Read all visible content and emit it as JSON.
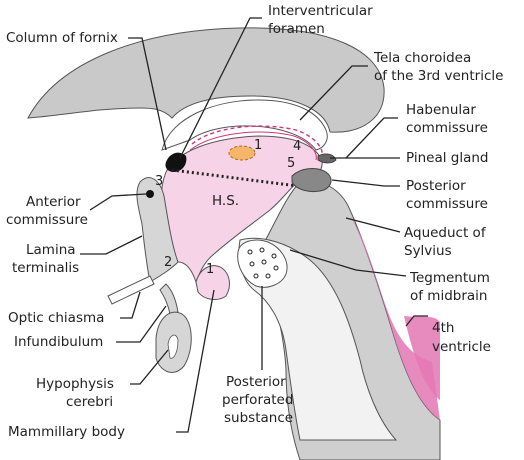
{
  "labels": {
    "column_of_fornix": "Column of fornix",
    "interventricular_foramen_1": "Interventricular",
    "interventricular_foramen_2": "foramen",
    "tela_choroidea_1": "Tela choroidea",
    "tela_choroidea_2": "of the 3rd ventricle",
    "habenular_commissure_1": "Habenular",
    "habenular_commissure_2": "commissure",
    "pineal_gland": "Pineal gland",
    "posterior_commissure_1": "Posterior",
    "posterior_commissure_2": "commissure",
    "anterior_commissure_1": "Anterior",
    "anterior_commissure_2": "commissure",
    "aqueduct_1": "Aqueduct of",
    "aqueduct_2": "Sylvius",
    "lamina_terminalis_1": "Lamina",
    "lamina_terminalis_2": "terminalis",
    "tegmentum_1": "Tegmentum",
    "tegmentum_2": "of midbrain",
    "optic_chiasma": "Optic chiasma",
    "fourth_ventricle_1": "4th",
    "fourth_ventricle_2": "ventricle",
    "infundibulum": "Infundibulum",
    "hypophysis_1": "Hypophysis",
    "hypophysis_2": "cerebri",
    "posterior_perforated_1": "Posterior",
    "posterior_perforated_2": "perforated",
    "posterior_perforated_3": "substance",
    "mammillary_body": "Mammillary body",
    "hs": "H.S."
  },
  "numbers": {
    "n1_top": "1",
    "n2": "2",
    "n3": "3",
    "n4": "4",
    "n5": "5",
    "n1_bottom": "1"
  },
  "colors": {
    "gray": "#c9c9c9",
    "dark_gray": "#9a9a9a",
    "pink": "#f6d3e6",
    "magenta": "#e377b4",
    "orange": "#f3b66a",
    "black": "#111111"
  }
}
